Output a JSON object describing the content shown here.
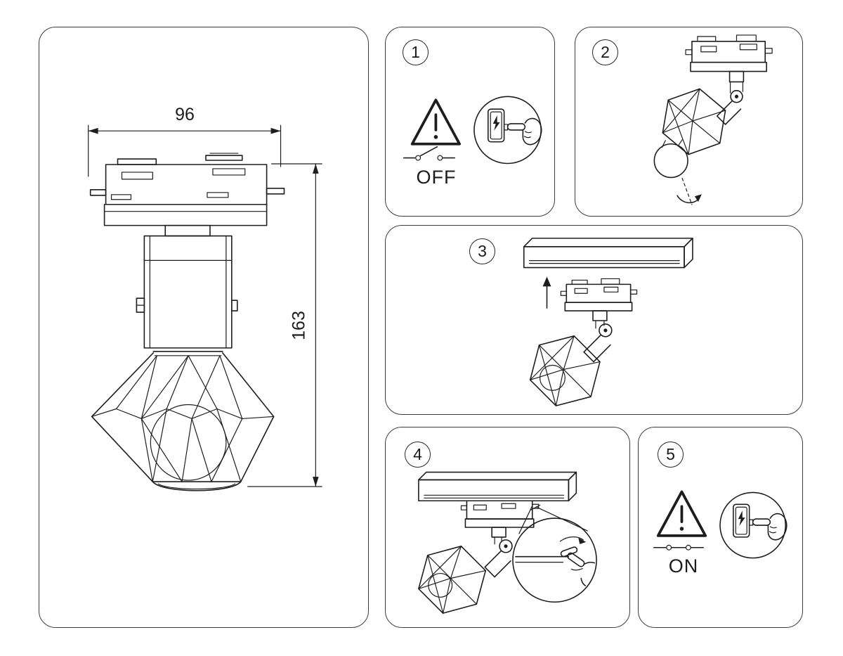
{
  "colors": {
    "background": "#ffffff",
    "line": "#1d1d1d",
    "panel_border": "#3d3d3d"
  },
  "main_panel": {
    "width_dimension": "96",
    "height_dimension": "163"
  },
  "steps": [
    {
      "number": "1",
      "state_label": "OFF",
      "icons": [
        "warning-triangle",
        "switch-open",
        "hand-light-switch"
      ]
    },
    {
      "number": "2",
      "icons": [
        "bulb-rotation"
      ]
    },
    {
      "number": "3",
      "icons": [
        "track-rail",
        "up-arrow"
      ]
    },
    {
      "number": "4",
      "icons": [
        "track-rail",
        "lock-lever-zoom"
      ]
    },
    {
      "number": "5",
      "state_label": "ON",
      "icons": [
        "warning-triangle",
        "switch-closed",
        "hand-light-switch"
      ]
    }
  ]
}
